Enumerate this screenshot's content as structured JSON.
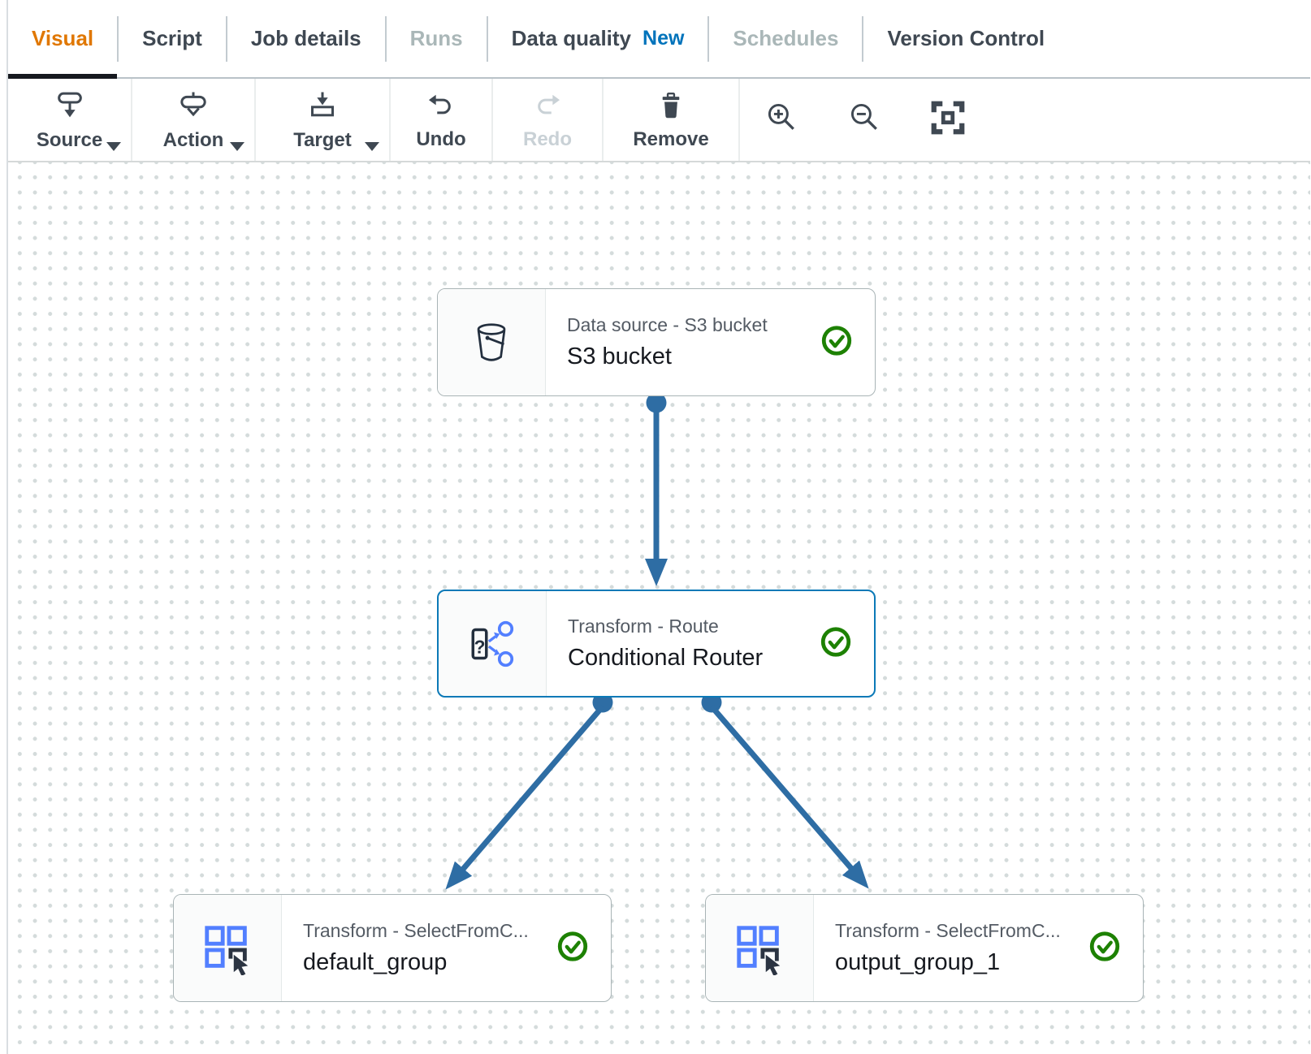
{
  "tabs": [
    {
      "label": "Visual",
      "state": "active"
    },
    {
      "label": "Script",
      "state": "default"
    },
    {
      "label": "Job details",
      "state": "default"
    },
    {
      "label": "Runs",
      "state": "disabled"
    },
    {
      "label": "Data quality",
      "badge": "New",
      "state": "default"
    },
    {
      "label": "Schedules",
      "state": "disabled"
    },
    {
      "label": "Version Control",
      "state": "default"
    }
  ],
  "toolbar": {
    "buttons": [
      {
        "label": "Source",
        "icon": "source-node-icon",
        "has_dropdown": true,
        "state": "default"
      },
      {
        "label": "Action",
        "icon": "action-node-icon",
        "has_dropdown": true,
        "state": "default"
      },
      {
        "label": "Target",
        "icon": "target-node-icon",
        "has_dropdown": true,
        "state": "default"
      },
      {
        "label": "Undo",
        "icon": "undo-icon",
        "has_dropdown": false,
        "state": "default"
      },
      {
        "label": "Redo",
        "icon": "redo-icon",
        "has_dropdown": false,
        "state": "disabled"
      },
      {
        "label": "Remove",
        "icon": "trash-icon",
        "has_dropdown": false,
        "state": "default"
      }
    ],
    "zoom_controls": [
      {
        "icon": "zoom-in-icon"
      },
      {
        "icon": "zoom-out-icon"
      },
      {
        "icon": "fit-to-screen-icon"
      }
    ]
  },
  "canvas": {
    "nodes": [
      {
        "type_label": "Data source - S3 bucket",
        "title": "S3 bucket",
        "icon": "s3-bucket-icon",
        "status": "valid",
        "status_icon": "green-check-icon",
        "selected": false
      },
      {
        "type_label": "Transform - Route",
        "title": "Conditional Router",
        "icon": "conditional-router-icon",
        "status": "valid",
        "status_icon": "green-check-icon",
        "selected": true
      },
      {
        "type_label": "Transform - SelectFromC...",
        "title": "default_group",
        "icon": "select-from-collection-icon",
        "status": "valid",
        "status_icon": "green-check-icon",
        "selected": false
      },
      {
        "type_label": "Transform - SelectFromC...",
        "title": "output_group_1",
        "icon": "select-from-collection-icon",
        "status": "valid",
        "status_icon": "green-check-icon",
        "selected": false
      }
    ],
    "edges": [
      {
        "from": "S3 bucket",
        "to": "Conditional Router"
      },
      {
        "from": "Conditional Router",
        "to": "default_group"
      },
      {
        "from": "Conditional Router",
        "to": "output_group_1"
      }
    ]
  },
  "colors": {
    "accent_orange": "#e07700",
    "link_blue": "#0073bb",
    "edge_blue": "#2e6da4",
    "icon_blue": "#527fff",
    "icon_navy": "#232f3e",
    "valid_green": "#1d8102",
    "toolbar_text": "#3f4852",
    "disabled_gray": "#aab7b8"
  }
}
